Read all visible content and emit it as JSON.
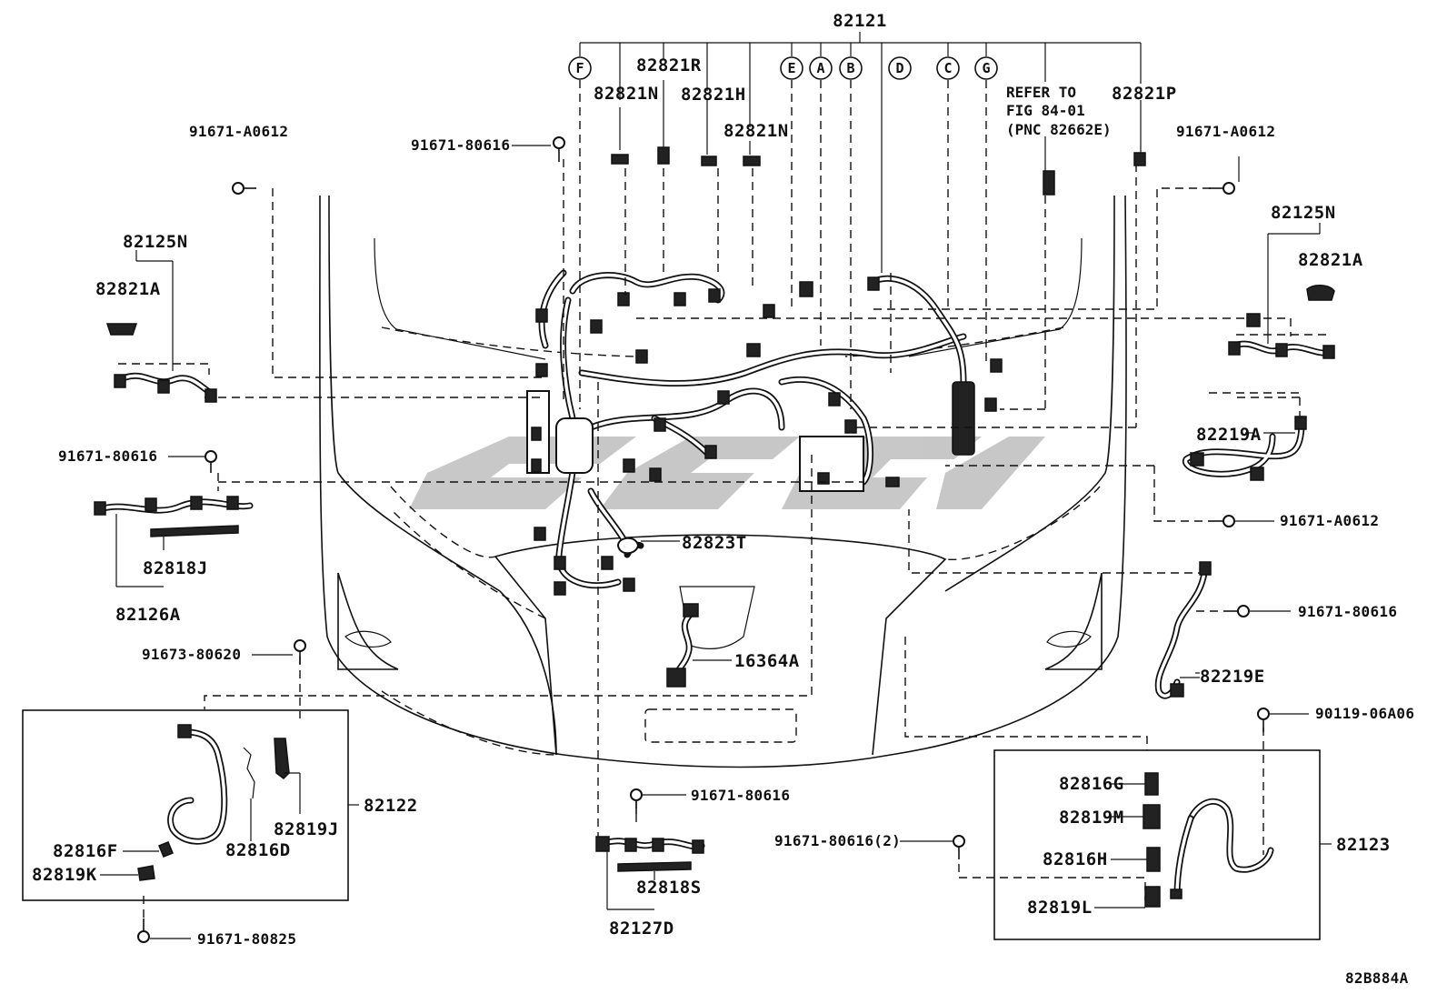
{
  "figure_code": "82B884A",
  "main_part": "82121",
  "circle_markers": [
    "F",
    "E",
    "A",
    "B",
    "D",
    "C",
    "G"
  ],
  "note": [
    "REFER TO",
    "FIG 84-01",
    "(PNC 82662E)"
  ],
  "labels": {
    "p82821R": "82821R",
    "p82821N_a": "82821N",
    "p82821H": "82821H",
    "p82821N_b": "82821N",
    "p82821P": "82821P",
    "p91671_A0612_left": "91671-A0612",
    "p91671_80616_top": "91671-80616",
    "p91671_A0612_right": "91671-A0612",
    "p82125N_left": "82125N",
    "p82821A_left": "82821A",
    "p82125N_right": "82125N",
    "p82821A_right": "82821A",
    "p91671_80616_left": "91671-80616",
    "p82818J": "82818J",
    "p82126A": "82126A",
    "p82823T": "82823T",
    "p82219A": "82219A",
    "p91671_A0612_mid": "91671-A0612",
    "p91671_80616_right": "91671-80616",
    "p82219E": "82219E",
    "p16364A": "16364A",
    "p91673_80620": "91673-80620",
    "p82122": "82122",
    "p82819J": "82819J",
    "p82816D": "82816D",
    "p82816F": "82816F",
    "p82819K": "82819K",
    "p91671_80825": "91671-80825",
    "p91671_80616_bottom": "91671-80616",
    "p82818S": "82818S",
    "p82127D": "82127D",
    "p91671_80616_2": "91671-80616(2)",
    "p90119_06A06": "90119-06A06",
    "p82816G": "82816G",
    "p82819M": "82819M",
    "p82816H": "82816H",
    "p82819L": "82819L",
    "p82123": "82123"
  }
}
